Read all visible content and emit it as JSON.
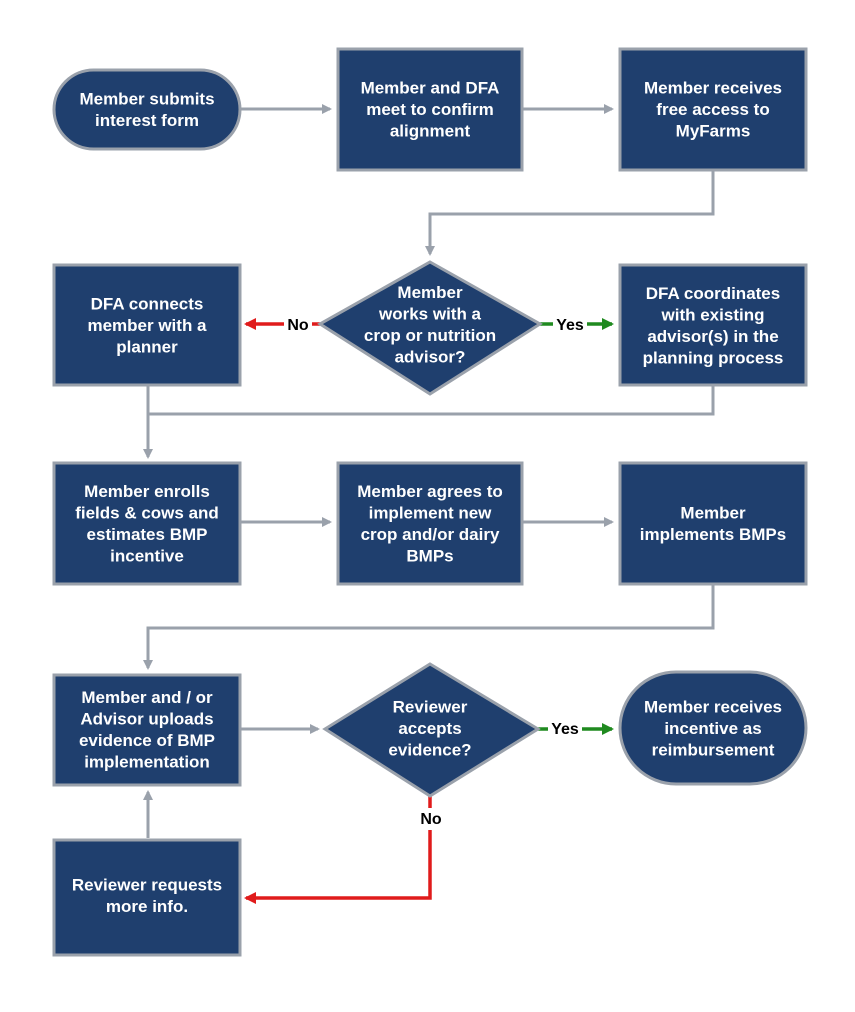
{
  "colors": {
    "node_fill": "#1f3f6e",
    "node_stroke": "#9aa1ab",
    "connector": "#9aa1ab",
    "yes": "#1f8a1f",
    "no": "#e01b1b",
    "text": "#ffffff"
  },
  "nodes": [
    {
      "id": "n1",
      "shape": "terminal",
      "lines": [
        "Member submits",
        "interest form"
      ]
    },
    {
      "id": "n2",
      "shape": "process",
      "lines": [
        "Member and DFA",
        "meet to confirm",
        "alignment"
      ]
    },
    {
      "id": "n3",
      "shape": "process",
      "lines": [
        "Member receives",
        "free access to",
        "MyFarms"
      ]
    },
    {
      "id": "d1",
      "shape": "decision",
      "lines": [
        "Member",
        "works with a",
        "crop or nutrition",
        "advisor?"
      ]
    },
    {
      "id": "n4",
      "shape": "process",
      "lines": [
        "DFA connects",
        "member with a",
        "planner"
      ]
    },
    {
      "id": "n5",
      "shape": "process",
      "lines": [
        "DFA coordinates",
        "with existing",
        "advisor(s) in the",
        "planning process"
      ]
    },
    {
      "id": "n6",
      "shape": "process",
      "lines": [
        "Member enrolls",
        "fields & cows and",
        "estimates BMP",
        "incentive"
      ]
    },
    {
      "id": "n7",
      "shape": "process",
      "lines": [
        "Member agrees to",
        "implement new",
        "crop and/or dairy",
        "BMPs"
      ]
    },
    {
      "id": "n8",
      "shape": "process",
      "lines": [
        "Member",
        "implements BMPs"
      ]
    },
    {
      "id": "n9",
      "shape": "process",
      "lines": [
        "Member and / or",
        "Advisor uploads",
        "evidence of BMP",
        "implementation"
      ]
    },
    {
      "id": "d2",
      "shape": "decision",
      "lines": [
        "Reviewer",
        "accepts",
        "evidence?"
      ]
    },
    {
      "id": "n10",
      "shape": "terminal",
      "lines": [
        "Member receives",
        "incentive as",
        "reimbursement"
      ]
    },
    {
      "id": "n11",
      "shape": "process",
      "lines": [
        "Reviewer requests",
        "more info."
      ]
    }
  ],
  "labels": {
    "d1_no": "No",
    "d1_yes": "Yes",
    "d2_yes": "Yes",
    "d2_no": "No"
  }
}
